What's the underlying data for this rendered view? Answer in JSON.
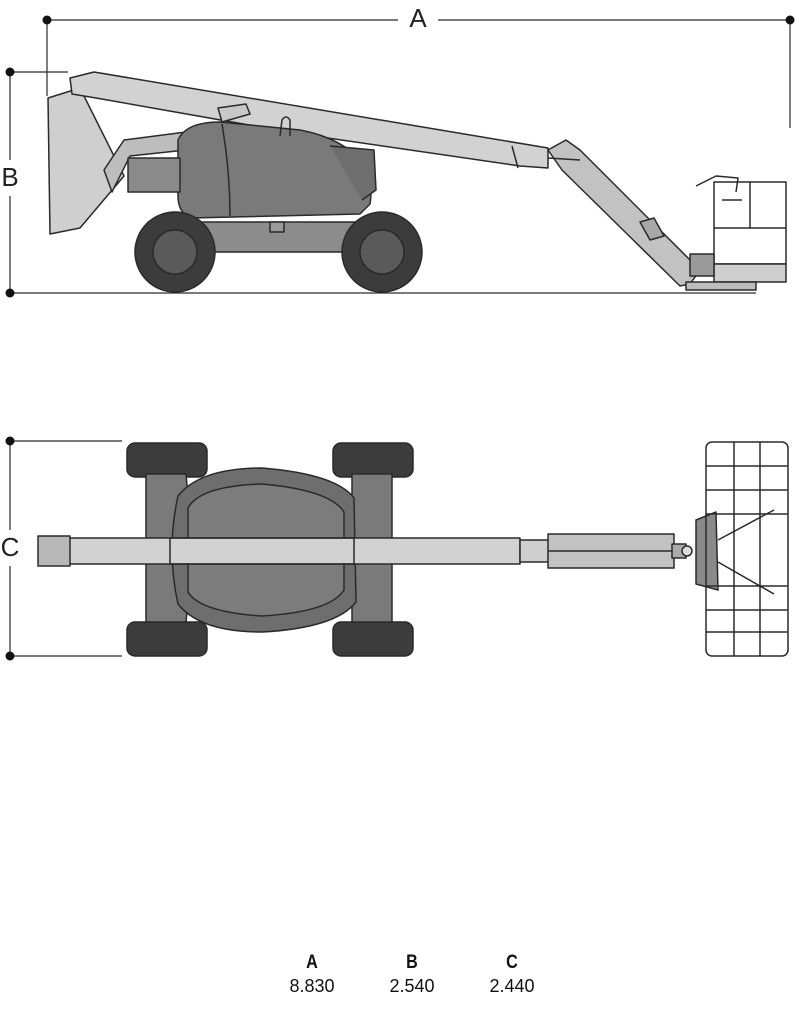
{
  "labels": {
    "a": "A",
    "b": "B",
    "c": "C"
  },
  "dimensions": [
    {
      "letter": "A",
      "value": "8.830"
    },
    {
      "letter": "B",
      "value": "2.540"
    },
    {
      "letter": "C",
      "value": "2.440"
    }
  ],
  "colors": {
    "outline": "#2a2a2a",
    "boom": "#d2d2d2",
    "body": "#7a7a7a",
    "tire": "#3c3c3c",
    "hub": "#5a5a5a"
  }
}
